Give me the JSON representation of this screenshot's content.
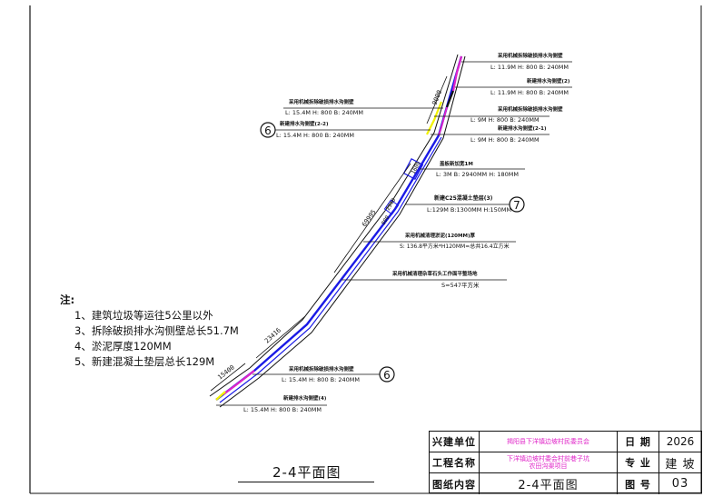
{
  "notes": {
    "title": "注:",
    "items": [
      "1、建筑垃圾等运往5公里以外",
      "3、拆除破损排水沟侧壁总长51.7M",
      "4、淤泥厚度120MM",
      "5、新建混凝土垫层总长129M"
    ]
  },
  "plan_title": "2-4平面图",
  "dimensions": {
    "d_9000": "9000",
    "d_69995": "69995",
    "d_23416": "23416",
    "d_15400": "15400",
    "d_800": "800",
    "d_1600": "1600",
    "d_2940": "2940"
  },
  "annotations": {
    "a1_head": "采用机械拆除破损排水沟侧壁",
    "a1_spec": "L: 11.9M  H: 800  B: 240MM",
    "a2_head": "新建排水沟侧壁(2)",
    "a2_spec": "L: 11.9M  H: 800  B: 240MM",
    "a3_head": "采用机械拆除破损排水沟侧壁",
    "a3_spec": "L: 15.4M  H: 800  B: 240MM",
    "a4_head": "新建排水沟侧壁(2-2)",
    "a4_spec": "L: 15.4M  H: 800  B: 240MM",
    "a5_head": "采用机械拆除破损排水沟侧壁",
    "a5_spec": "L: 9M  H: 800  B: 240MM",
    "a6_head": "新建排水沟侧壁(2-1)",
    "a6_spec": "L: 9M  H: 800  B: 240MM",
    "a7_head": "盖板新加宽1M",
    "a7_spec": "L: 3M  B: 2940MM  H: 180MM",
    "a8_head": "新建C25混凝土垫层(3)",
    "a8_spec": "L:129M  B:1300MM  H:150MM",
    "a9_head": "采用机械清理淤泥(120MM)厚",
    "a9_spec": "S: 136.8平方米*H120MM=总共16.4立方米",
    "a10_head": "采用机械清理杂草石头工作面平整场地",
    "a10_spec": "S=547平方米",
    "a11_head": "采用机械拆除破损排水沟侧壁",
    "a11_spec": "L: 15.4M  H: 800  B: 240MM",
    "a12_head": "新建排水沟侧壁(4)",
    "a12_spec": "L: 15.4M  H: 800  B: 240MM"
  },
  "callouts": {
    "c6_top": "6",
    "c7": "7",
    "c6_bottom": "6"
  },
  "title_block": {
    "unit_label": "兴建单位",
    "unit_value": "揭阳县下洋镇边坡村民委员会",
    "date_label": "日 期",
    "date_value": "2026",
    "project_label": "工程名称",
    "project_value_1": "下洋镇边坡村委会村前巷子坑",
    "project_value_2": "农田沟渠项目",
    "major_label": "专 业",
    "major_value": "建 坡",
    "content_label": "图纸内容",
    "content_value": "2-4平面图",
    "sheet_label": "图 号",
    "sheet_value": "03"
  },
  "colors": {
    "channel_blue": "#1a1ae6",
    "demolish_magenta": "#e024c8",
    "new_wall_yellow": "#f2f200",
    "line_black": "#111111"
  }
}
